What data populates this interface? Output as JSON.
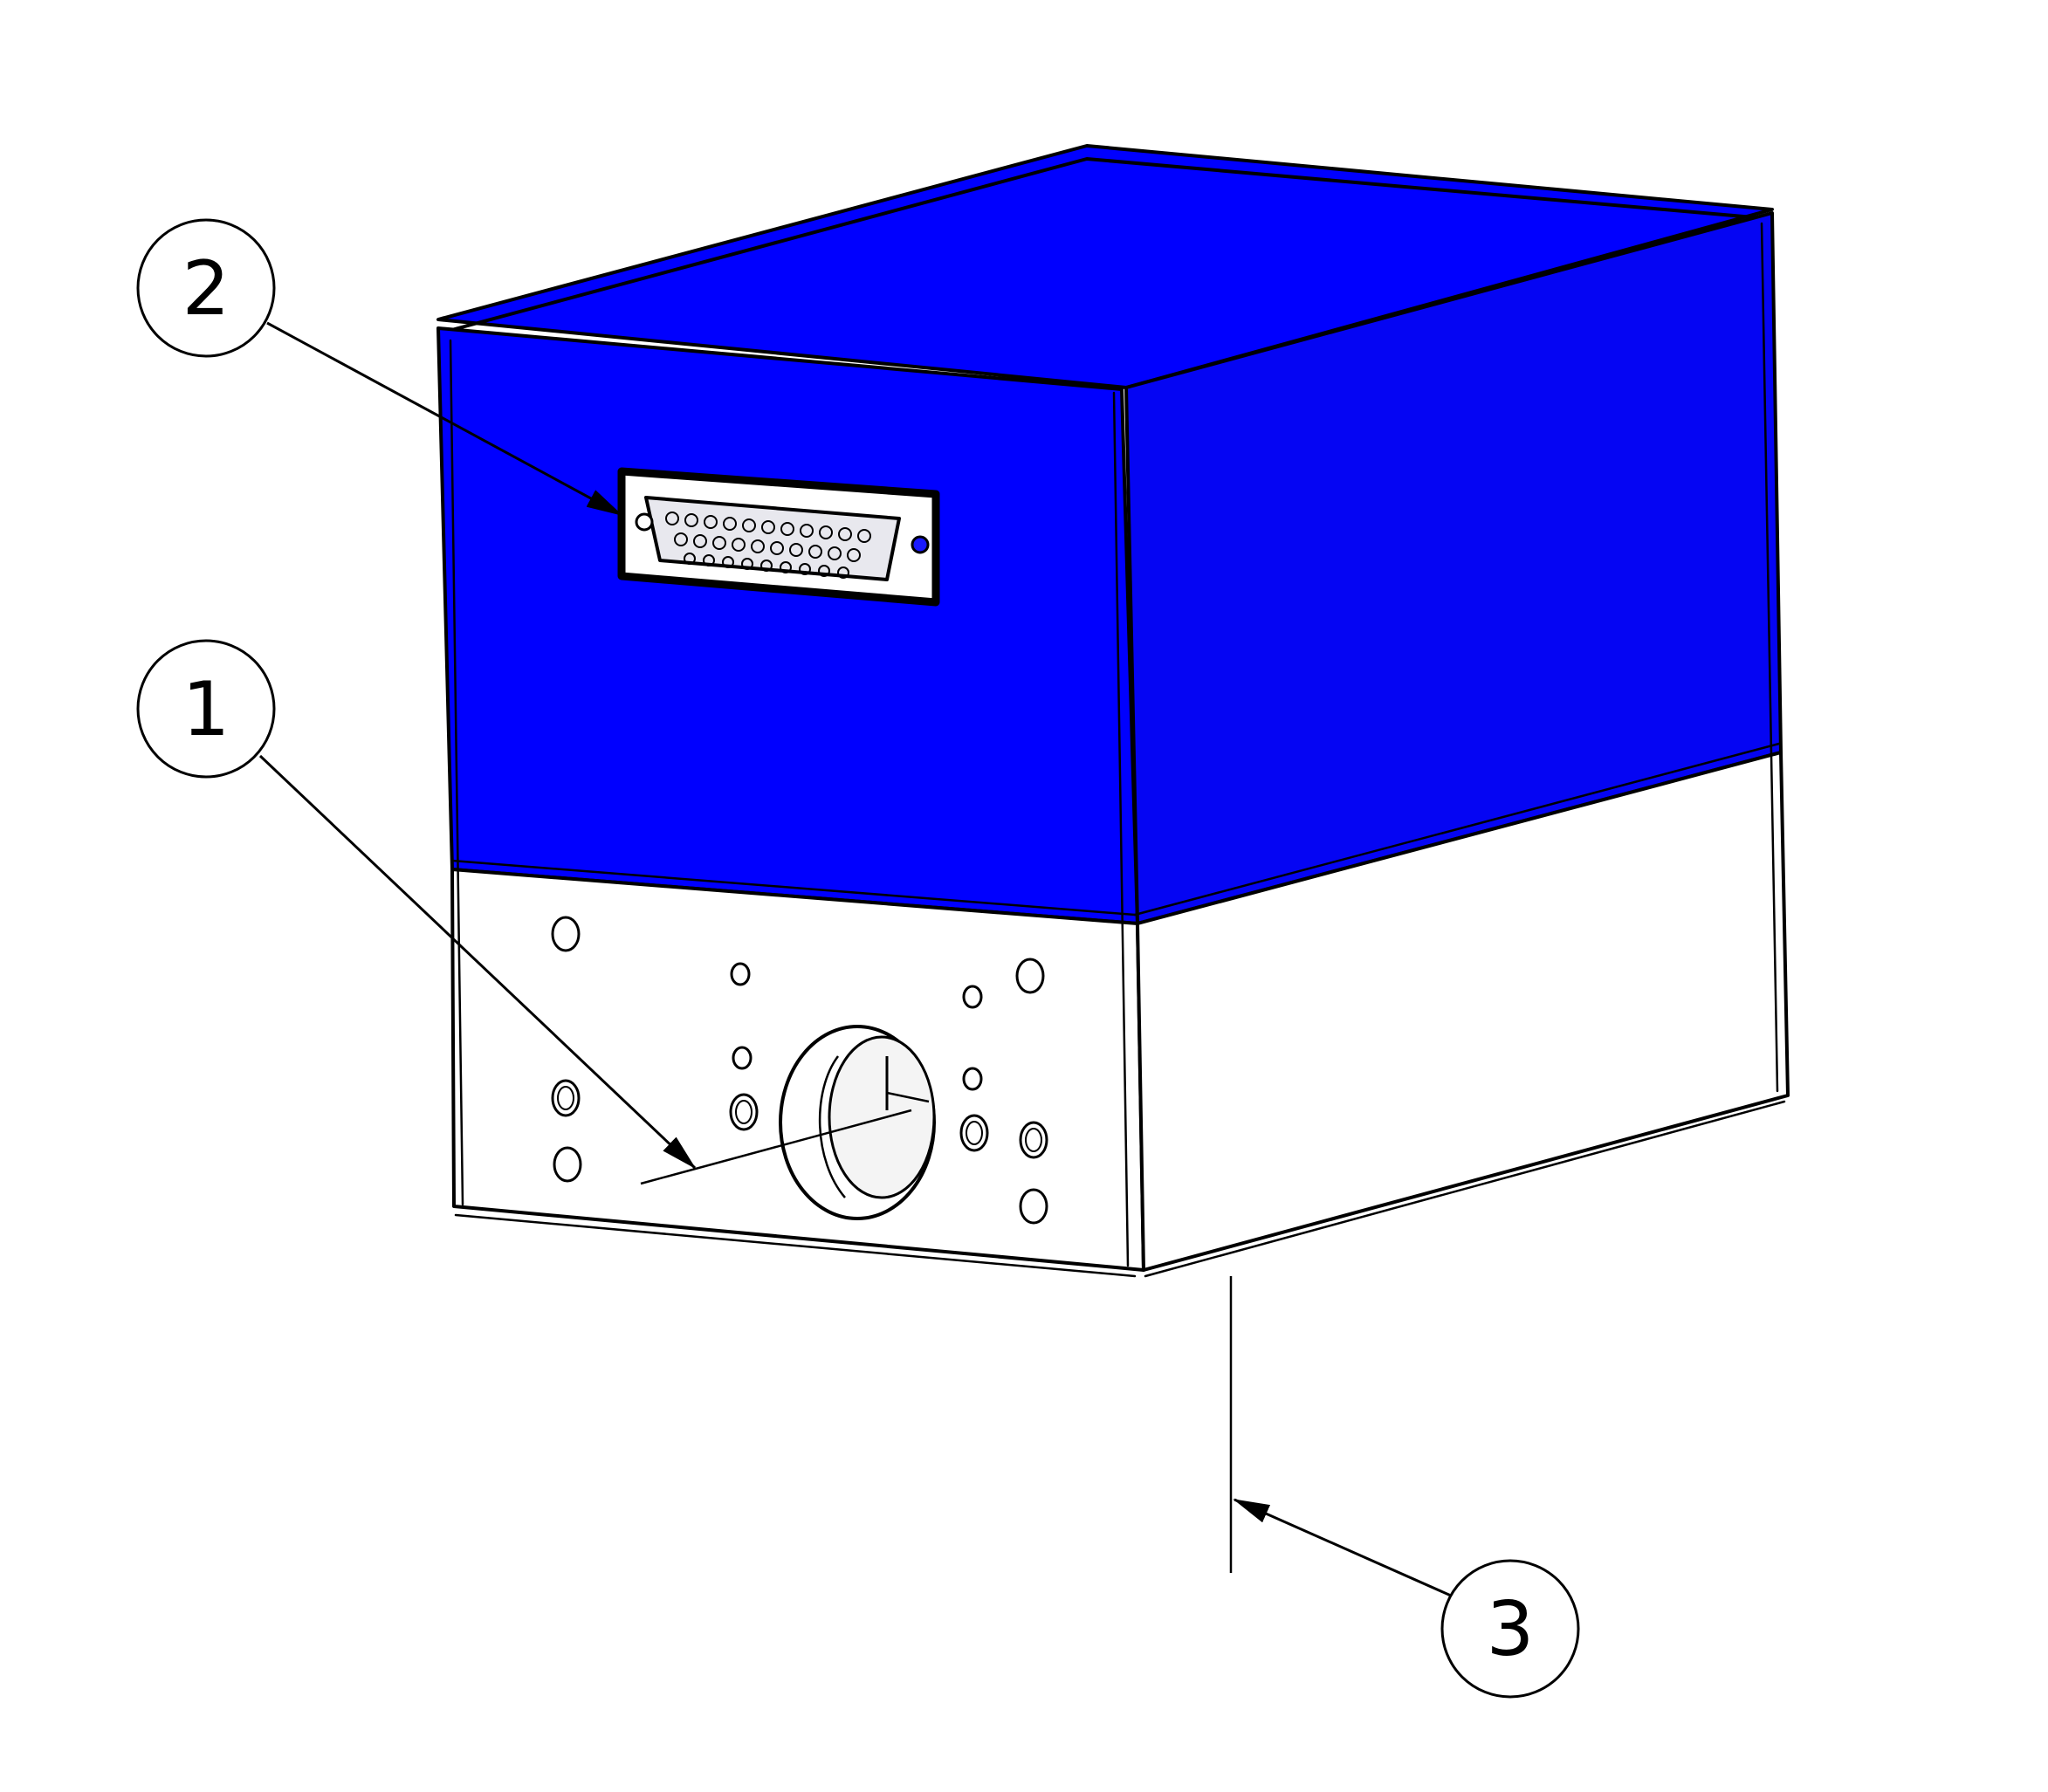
{
  "colors": {
    "housing_blue": "#0000ff",
    "housing_blue_right": "#0505f3",
    "base_white": "#ffffff",
    "line": "#000000"
  },
  "callouts": [
    {
      "label": "1",
      "part": "base-plate"
    },
    {
      "label": "2",
      "part": "d-sub-connector"
    },
    {
      "label": "3",
      "part": "bottom-face"
    }
  ]
}
